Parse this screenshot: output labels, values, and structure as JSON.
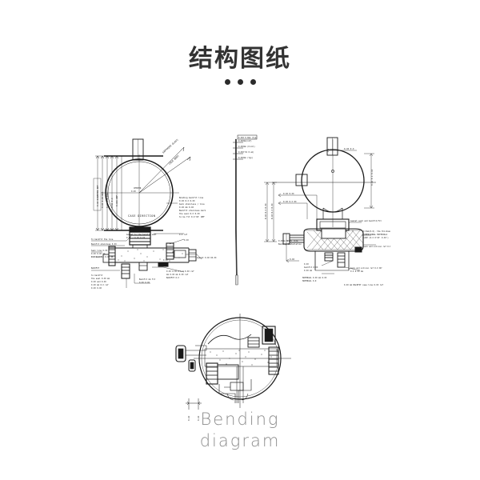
{
  "page": {
    "background": "#ffffff",
    "title": "结构图纸",
    "title_color": "#333333",
    "dots": [
      "dot",
      "dot",
      "dot"
    ],
    "dot_color": "#2b2b2b"
  },
  "drawings": [
    {
      "id": "left-elevation",
      "name": "watch-case-section-elevation-left",
      "caption": "",
      "description": "CAD section elevation of a round watch case with dimension ladder at left, radial leader callouts and dense annotation block at the base",
      "line_color": "#1a1a1a",
      "center_label": "CENTER",
      "radial_labels": [
        "SAPPHIRE GLASS",
        "CASE BODY"
      ],
      "body_label": "CASE DIRECTION"
    },
    {
      "id": "mast-scale",
      "name": "vertical-scale-column",
      "description": "Tall thin vertical scale column with a boxed header note and four tick labels",
      "line_color": "#1a1a1a",
      "header_note": "0.XXX 0.0mm (typ to Material)",
      "tick_labels": [
        "0.XXXmm(ref)",
        "0.XXXmm (0.mil)",
        "0.XXX'01 0.um)",
        "0.XXXmm (typ)"
      ]
    },
    {
      "id": "right-elevation",
      "name": "watch-case-section-elevation-right",
      "description": "CAD section elevation of round case seated on a cross-hatched gasket base with dimension ladders and annotation callouts",
      "line_color": "#1a1a1a",
      "dim_labels": [
        "0.XX 0.X",
        "0.XX 0.X",
        "0.XX 0.X",
        "0.XX 0.X",
        "0.XX"
      ],
      "note_labels": [
        "Gasket seat and backfit/fit",
        "0.5mm(0.0). the thickness to DIMENSIONAL MATERIALS CASE (0.X 0'XX' 0.XX')",
        "0.XXmm BEZEL line Backing Installation",
        "back and silicon ref 0.0",
        "back and silicon ref 0.X 0X'",
        "MATERIAL 0.0"
      ]
    },
    {
      "id": "bending-diagram",
      "name": "bending-plan-diagram",
      "description": "Circular plan view of internal module layout with crosshair axes, stippled band and small dimension ticks below",
      "line_color": "#1a1a1a",
      "label_line_1": "Bending",
      "label_line_2": "diagram",
      "label_color": "#8e8e8e",
      "dim_ticks": [
        "0.XX",
        "0.XX"
      ]
    }
  ]
}
